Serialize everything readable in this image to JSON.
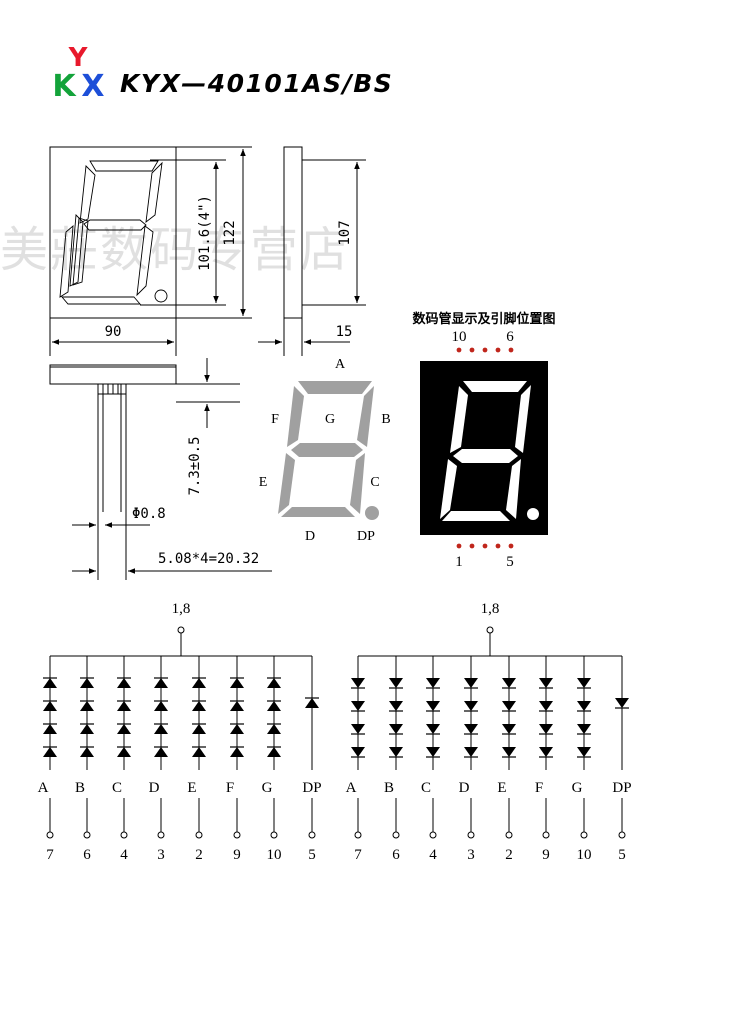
{
  "header": {
    "logo_letters": [
      "Y",
      "K",
      "X"
    ],
    "title": "KYX—40101AS/BS",
    "colors": {
      "y": "#e8192c",
      "k": "#13a33a",
      "x": "#1d4fd8"
    }
  },
  "watermark": "美莊数码专营店",
  "front_view": {
    "dim_width": "90",
    "dim_digit_height": "101.6(4\")",
    "dim_height": "122"
  },
  "side_view": {
    "dim_depth": "15",
    "dim_pin_span": "107"
  },
  "bottom_view": {
    "dim_pin_length": "7.3±0.5",
    "dim_pin_diameter": "Φ0.8",
    "dim_pin_pitch": "5.08*4=20.32"
  },
  "segment_map": {
    "labels": {
      "a": "A",
      "b": "B",
      "c": "C",
      "d": "D",
      "e": "E",
      "f": "F",
      "g": "G",
      "dp": "DP"
    },
    "segment_color": "#a0a0a0"
  },
  "pinout_photo": {
    "title": "数码管显示及引脚位置图",
    "top_pin_labels": [
      "10",
      "6"
    ],
    "bottom_pin_labels": [
      "1",
      "5"
    ],
    "pin_dot_color": "#c0261c"
  },
  "circuits": [
    {
      "common_label": "1,8",
      "segments": [
        "A",
        "B",
        "C",
        "D",
        "E",
        "F",
        "G",
        "DP"
      ],
      "pins": [
        "7",
        "6",
        "4",
        "3",
        "2",
        "9",
        "10",
        "5"
      ],
      "diode_direction": "up"
    },
    {
      "common_label": "1,8",
      "segments": [
        "A",
        "B",
        "C",
        "D",
        "E",
        "F",
        "G",
        "DP"
      ],
      "pins": [
        "7",
        "6",
        "4",
        "3",
        "2",
        "9",
        "10",
        "5"
      ],
      "diode_direction": "down"
    }
  ]
}
